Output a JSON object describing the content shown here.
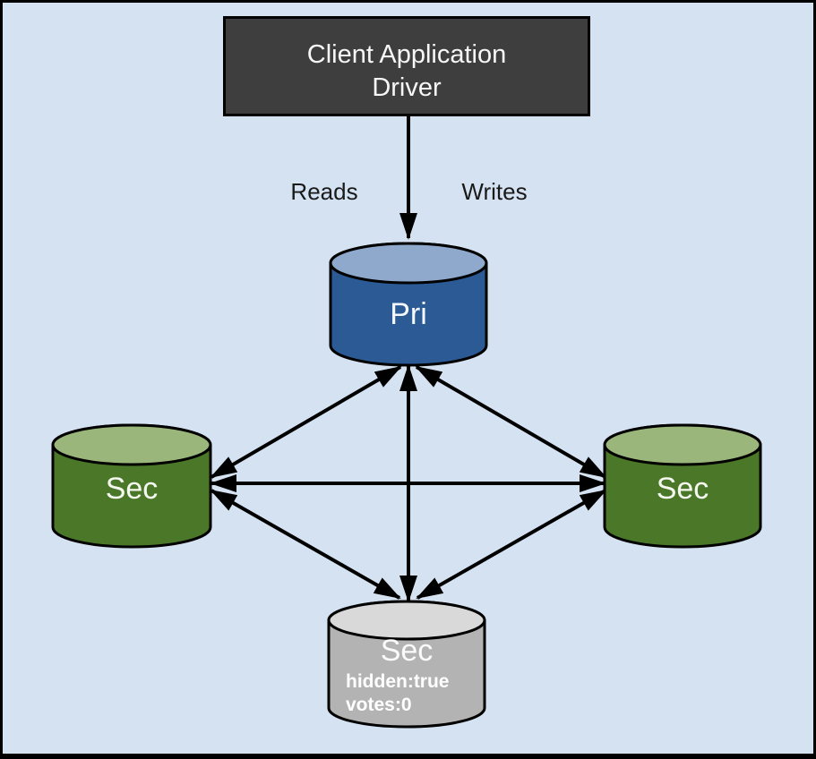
{
  "background": "#d5e2f1",
  "frame_color": "#000000",
  "client_box": {
    "line1": "Client Application",
    "line2": "Driver",
    "fill": "#3e3e3e",
    "border": "#000000",
    "text_color": "#f7f7f7"
  },
  "arrow_labels": {
    "reads": "Reads",
    "writes": "Writes",
    "color": "#1a1a1a"
  },
  "nodes": {
    "primary": {
      "label": "Pri",
      "body_color": "#2b5a94",
      "top_color": "#8fa9cc",
      "text_color": "#f4f7fb"
    },
    "secondary_left": {
      "label": "Sec",
      "body_color": "#4a7728",
      "top_color": "#9ab67a",
      "text_color": "#f4f8f0"
    },
    "secondary_right": {
      "label": "Sec",
      "body_color": "#4a7728",
      "top_color": "#9ab67a",
      "text_color": "#f4f8f0"
    },
    "secondary_hidden": {
      "label": "Sec",
      "attr_line1": "hidden:true",
      "attr_line2": "votes:0",
      "body_color": "#b3b3b3",
      "top_color": "#d9d9d9",
      "text_color": "#fafafa"
    }
  },
  "edges": {
    "color": "#000000",
    "list": [
      {
        "from": "client-application-driver",
        "to": "primary",
        "direction": "one-way",
        "labels": [
          "Reads",
          "Writes"
        ]
      },
      {
        "from": "primary",
        "to": "secondary-left",
        "direction": "two-way"
      },
      {
        "from": "primary",
        "to": "secondary-right",
        "direction": "two-way"
      },
      {
        "from": "primary",
        "to": "secondary-hidden",
        "direction": "two-way"
      },
      {
        "from": "secondary-left",
        "to": "secondary-right",
        "direction": "two-way"
      },
      {
        "from": "secondary-left",
        "to": "secondary-hidden",
        "direction": "two-way"
      },
      {
        "from": "secondary-right",
        "to": "secondary-hidden",
        "direction": "two-way"
      }
    ]
  }
}
